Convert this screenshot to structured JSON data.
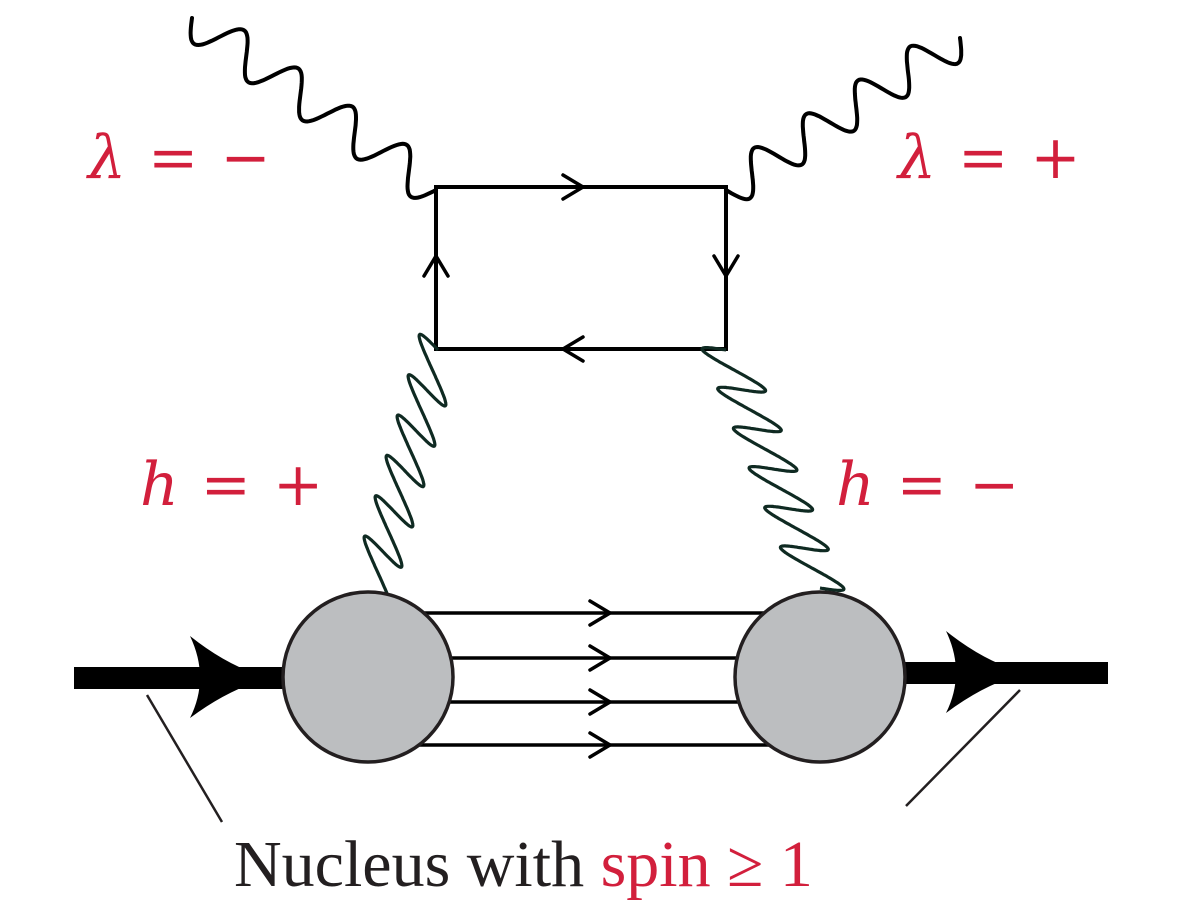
{
  "labels": {
    "photon_left": {
      "symbol": "λ",
      "relation": "=",
      "sign": "−"
    },
    "photon_right": {
      "symbol": "λ",
      "relation": "=",
      "sign": "+"
    },
    "gluon_left": {
      "symbol": "h",
      "relation": "=",
      "sign": "+"
    },
    "gluon_right": {
      "symbol": "h",
      "relation": "=",
      "sign": "−"
    }
  },
  "caption": {
    "prefix": "Nucleus with ",
    "highlight": "spin ≥ 1"
  },
  "colors": {
    "label_red": "#d21f3c",
    "line_black": "#000000",
    "gluon_green": "#0f2a22",
    "blob_fill": "#bcbec0",
    "caption_black": "#231f20"
  }
}
